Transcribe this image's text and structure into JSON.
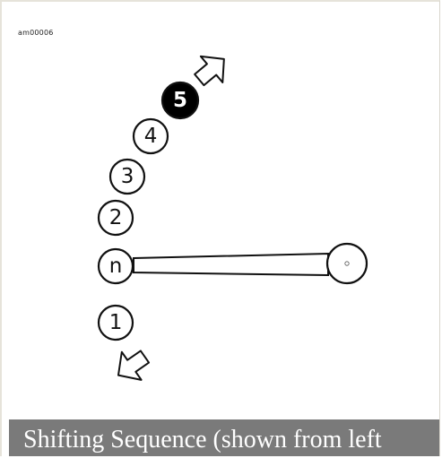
{
  "figure_id": "am00006",
  "caption": "Shifting Sequence (shown from left",
  "gears": [
    "1",
    "n",
    "2",
    "3",
    "4",
    "5"
  ],
  "active_gear": "5",
  "icons": {
    "upshift": "arrow-up-right-icon",
    "downshift": "arrow-down-left-icon",
    "pivot": "pivot-icon"
  }
}
